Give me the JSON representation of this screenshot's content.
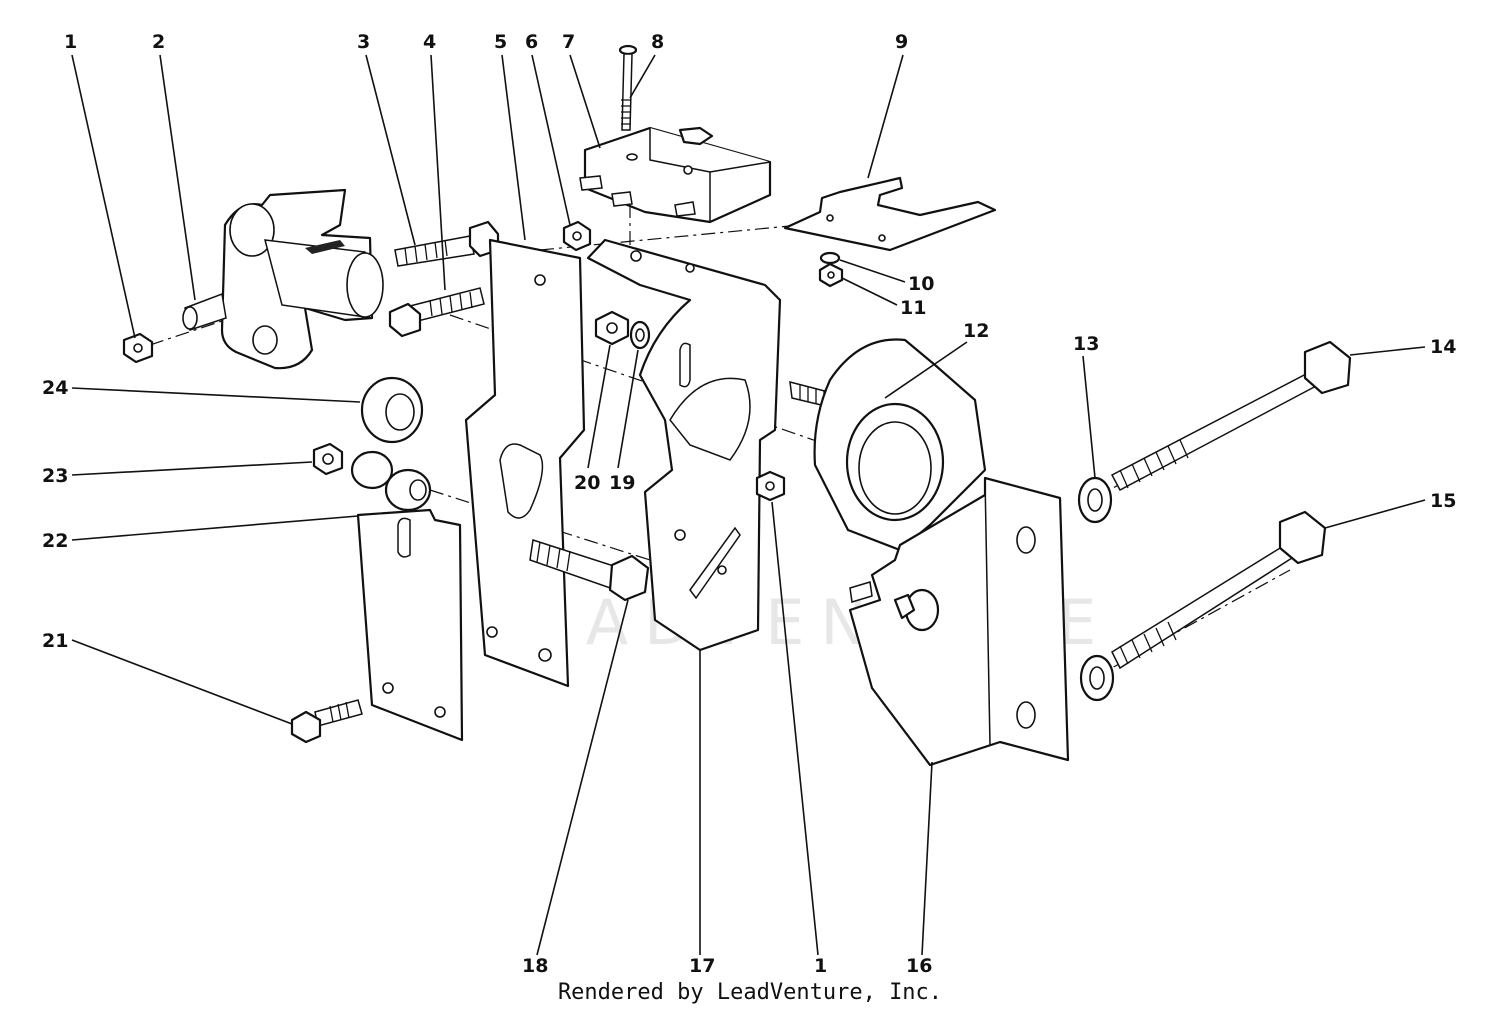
{
  "watermark": {
    "text": "LEADVENTURE"
  },
  "footer": {
    "credit": "Rendered by LeadVenture, Inc."
  },
  "callouts": [
    {
      "id": "1-top",
      "label": "1"
    },
    {
      "id": "2",
      "label": "2"
    },
    {
      "id": "3",
      "label": "3"
    },
    {
      "id": "4",
      "label": "4"
    },
    {
      "id": "5",
      "label": "5"
    },
    {
      "id": "6",
      "label": "6"
    },
    {
      "id": "7",
      "label": "7"
    },
    {
      "id": "8",
      "label": "8"
    },
    {
      "id": "9",
      "label": "9"
    },
    {
      "id": "10",
      "label": "10"
    },
    {
      "id": "11",
      "label": "11"
    },
    {
      "id": "12",
      "label": "12"
    },
    {
      "id": "13",
      "label": "13"
    },
    {
      "id": "14",
      "label": "14"
    },
    {
      "id": "15",
      "label": "15"
    },
    {
      "id": "16",
      "label": "16"
    },
    {
      "id": "17",
      "label": "17"
    },
    {
      "id": "1-bottom",
      "label": "1"
    },
    {
      "id": "18",
      "label": "18"
    },
    {
      "id": "19",
      "label": "19"
    },
    {
      "id": "20",
      "label": "20"
    },
    {
      "id": "21",
      "label": "21"
    },
    {
      "id": "22",
      "label": "22"
    },
    {
      "id": "23",
      "label": "23"
    },
    {
      "id": "24",
      "label": "24"
    }
  ]
}
